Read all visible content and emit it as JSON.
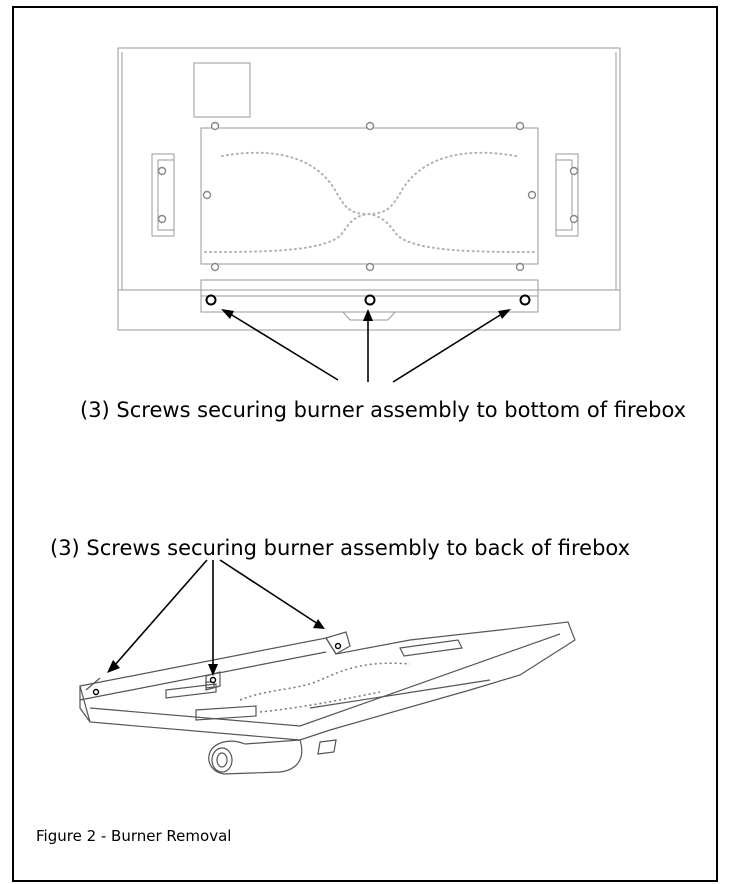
{
  "labels": {
    "bottom_screws": "(3) Screws securing burner assembly to bottom of firebox",
    "back_screws": "(3) Screws securing burner assembly to back of firebox",
    "figure_caption": "Figure 2 - Burner Removal"
  },
  "colors": {
    "line_art": "#9a9a9a",
    "arrows": "#000000"
  }
}
